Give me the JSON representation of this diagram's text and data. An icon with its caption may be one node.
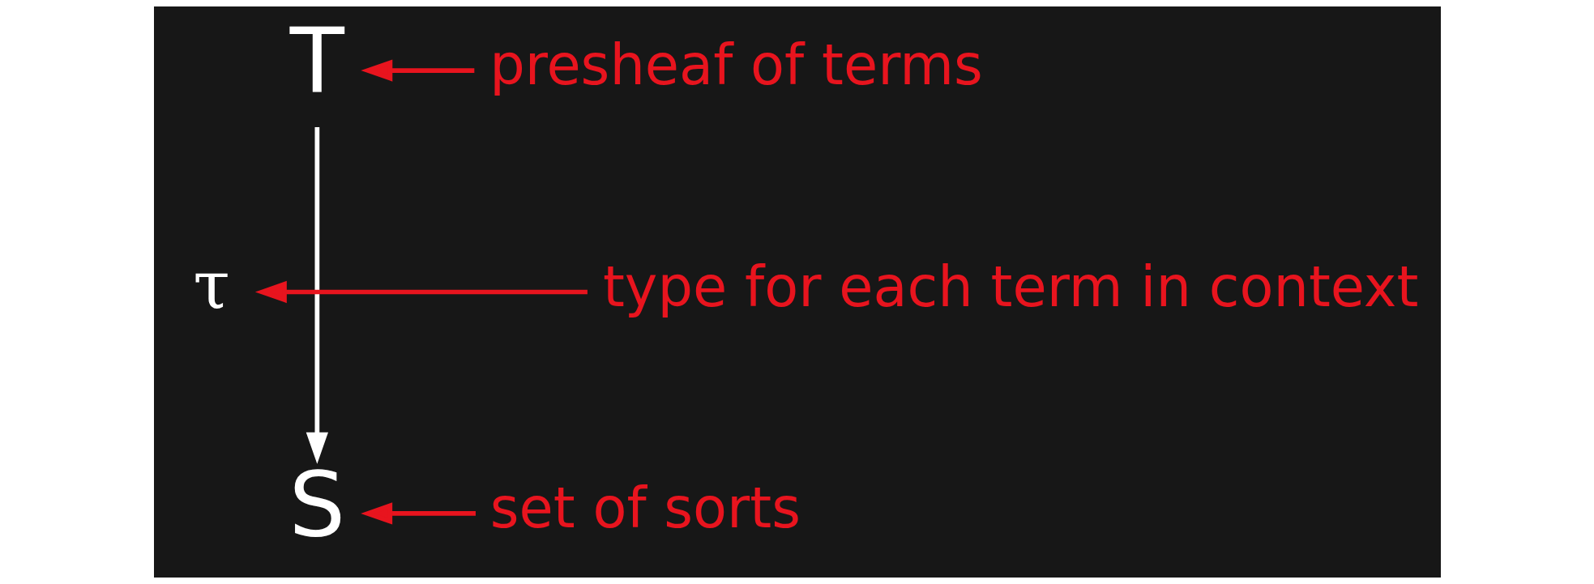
{
  "diagram": {
    "nodes": [
      {
        "text": [
          "T"
        ]
      },
      {
        "text": [
          "presheaf of terms"
        ]
      },
      {
        "text": [
          "τ"
        ]
      },
      {
        "text": [
          "type for each term in context"
        ]
      },
      {
        "text": [
          "S"
        ]
      },
      {
        "text": [
          "set of sorts"
        ]
      }
    ],
    "edges": [
      {
        "from": 0,
        "to": 4,
        "arrow": "to",
        "color": "#ffffff"
      },
      {
        "from": 1,
        "to": 0,
        "arrow": "to"
      },
      {
        "from": 3,
        "to": 2,
        "arrow": "to"
      },
      {
        "from": 5,
        "to": 4,
        "arrow": "to"
      }
    ]
  }
}
